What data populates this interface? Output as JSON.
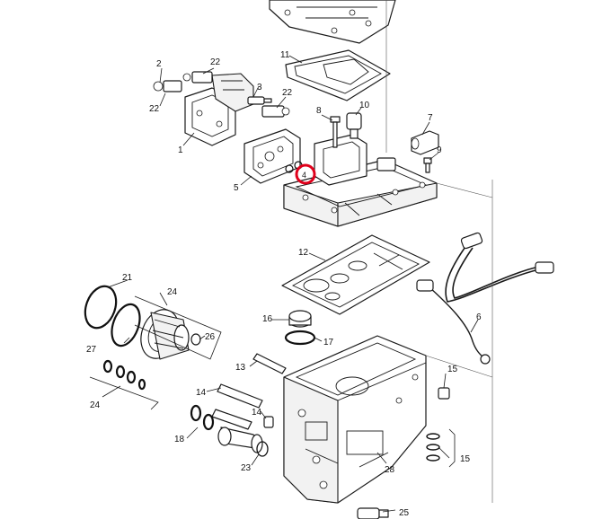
{
  "diagram": {
    "callouts": [
      "1",
      "2",
      "3",
      "4",
      "5",
      "6",
      "7",
      "8",
      "9",
      "10",
      "11",
      "12",
      "13",
      "14",
      "14",
      "15",
      "15",
      "16",
      "17",
      "18",
      "21",
      "22",
      "22",
      "22",
      "23",
      "24",
      "24",
      "25",
      "26",
      "27",
      "28"
    ],
    "highlight_marker": {
      "label": "4",
      "color": "#e0001b"
    }
  }
}
